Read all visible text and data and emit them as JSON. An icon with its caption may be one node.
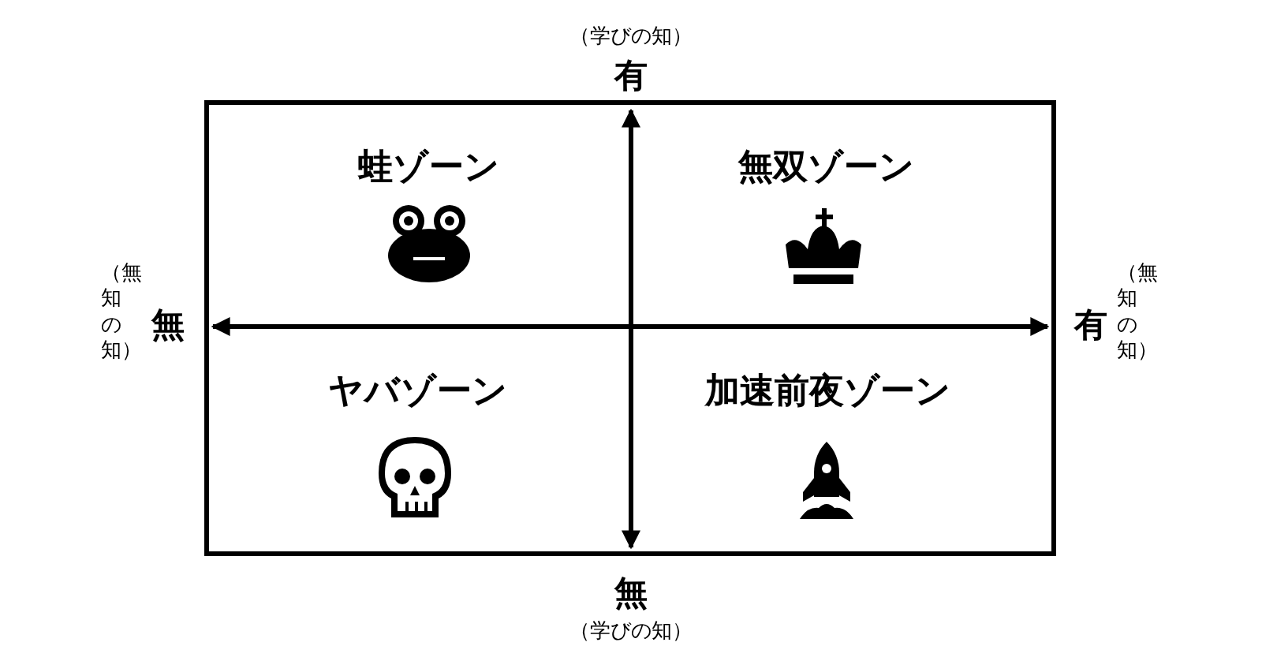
{
  "diagram": {
    "labels": [
      "（学びの知）",
      "有",
      "蛙ゾーン",
      "無双ゾーン",
      "（無知の知）",
      "無",
      "有",
      "（無知の知）",
      "ヤバゾーン",
      "加速前夜ゾーン",
      "無",
      "（学びの知）"
    ]
  }
}
